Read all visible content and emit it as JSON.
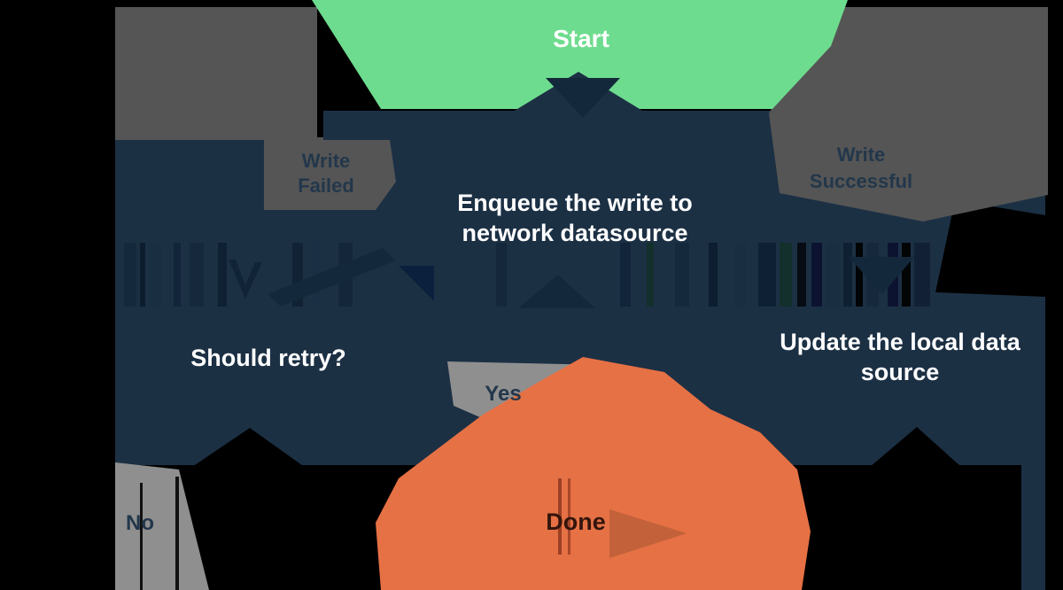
{
  "colors": {
    "green": "#6EDC8E",
    "navy": "#1C3044",
    "navy_dark": "#14283C",
    "orange": "#E57145",
    "orange_dark": "#C2613A",
    "gray": "#555555",
    "gray_light": "#8F8F8F",
    "black": "#000000",
    "white": "#FFFFFF",
    "label_dark": "#23374B",
    "done_text": "#33150C"
  },
  "nodes": {
    "start": {
      "label": "Start"
    },
    "enqueue": {
      "lines": [
        "Enqueue the write to",
        "network datasource"
      ]
    },
    "should_retry": {
      "label": "Should retry?"
    },
    "update_local": {
      "lines": [
        "Update the local data",
        "source"
      ]
    },
    "done": {
      "label": "Done"
    }
  },
  "edge_labels": {
    "write_failed": {
      "lines": [
        "Write",
        "Failed"
      ]
    },
    "write_successful": {
      "lines": [
        "Write",
        "Successful"
      ]
    },
    "yes": {
      "label": "Yes"
    },
    "no": {
      "label": "No"
    }
  }
}
